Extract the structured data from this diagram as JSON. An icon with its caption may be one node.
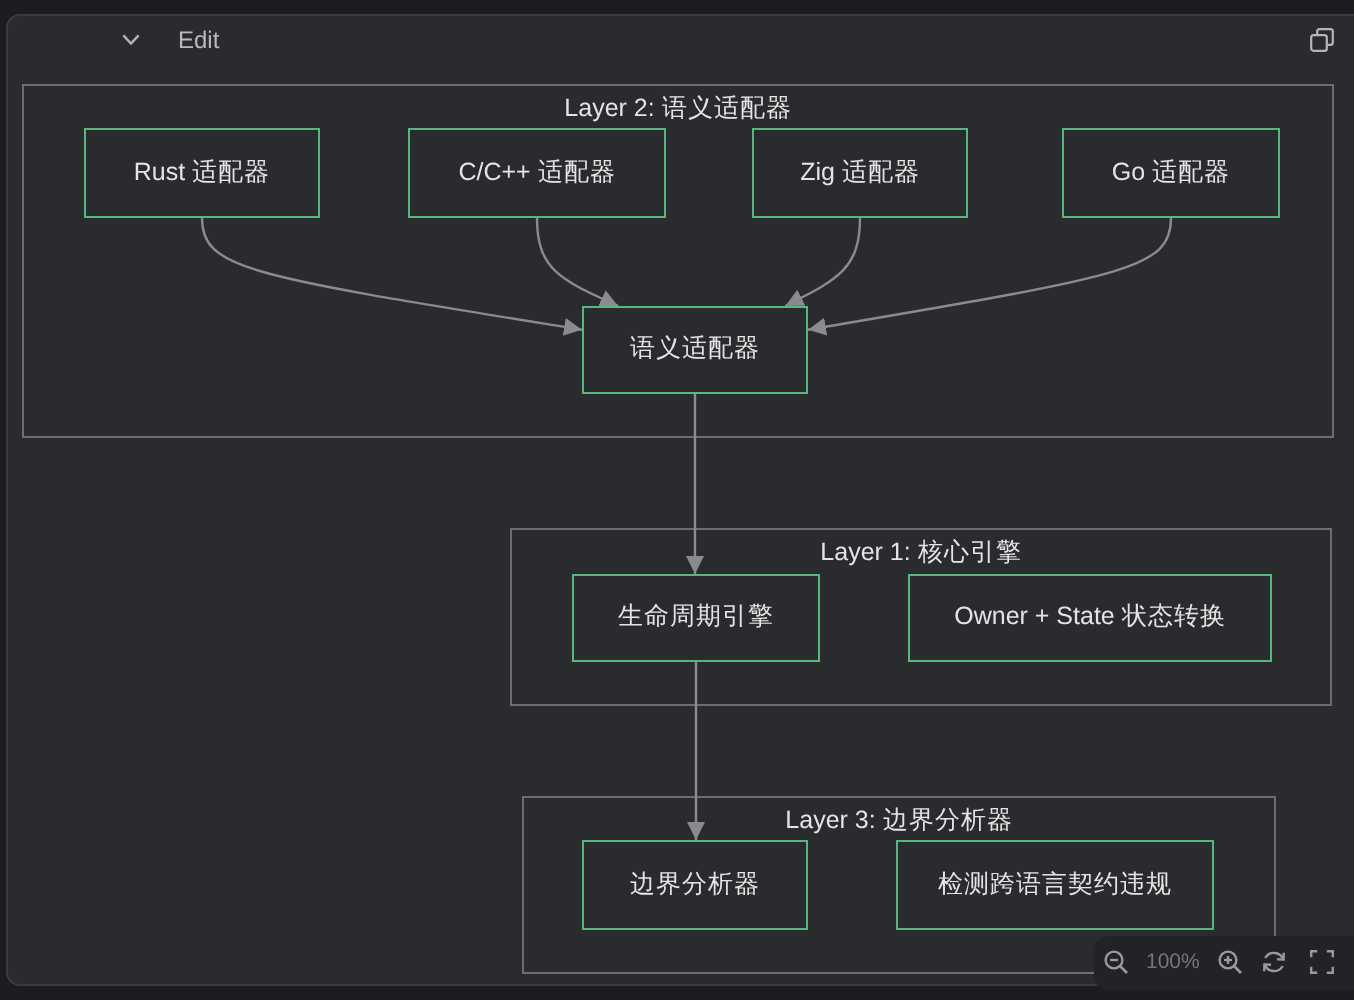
{
  "diagram": {
    "nodes": [
      {
        "text": [
          "Layer 2: 语义适配器"
        ]
      },
      {
        "text": [
          "Rust 适配器"
        ],
        "in": 0
      },
      {
        "text": [
          "C/C++ 适配器"
        ],
        "in": 0
      },
      {
        "text": [
          "Zig 适配器"
        ],
        "in": 0
      },
      {
        "text": [
          "Go 适配器"
        ],
        "in": 0
      },
      {
        "text": [
          "语义适配器"
        ],
        "in": 0
      },
      {
        "text": [
          "Layer 1: 核心引擎"
        ]
      },
      {
        "text": [
          "生命周期引擎"
        ],
        "in": 6
      },
      {
        "text": [
          "Owner + State 状态转换"
        ],
        "in": 6
      },
      {
        "text": [
          "Layer 3: 边界分析器"
        ]
      },
      {
        "text": [
          "边界分析器"
        ],
        "in": 9
      },
      {
        "text": [
          "检测跨语言契约违规"
        ],
        "in": 9
      }
    ],
    "edges": [
      {
        "from": 1,
        "to": 5,
        "arrow": "to"
      },
      {
        "from": 2,
        "to": 5,
        "arrow": "to"
      },
      {
        "from": 3,
        "to": 5,
        "arrow": "to"
      },
      {
        "from": 4,
        "to": 5,
        "arrow": "to"
      },
      {
        "from": 5,
        "to": 7,
        "arrow": "to"
      },
      {
        "from": 7,
        "to": 10,
        "arrow": "to"
      }
    ],
    "labels": [
      "Edit",
      "100%"
    ]
  }
}
